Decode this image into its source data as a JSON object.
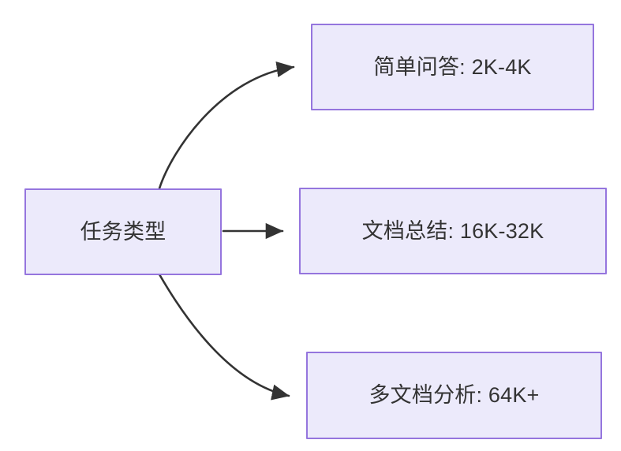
{
  "diagram": {
    "type": "flowchart",
    "direction": "left-to-right",
    "background_color": "#ffffff",
    "node_fill_color": "#ECEAFB",
    "node_border_color": "#9575DE",
    "node_text_color": "#333333",
    "edge_color": "#333333",
    "source_node": {
      "id": "task-type",
      "label": "任务类型"
    },
    "target_nodes": [
      {
        "id": "simple-qa",
        "label": "简单问答: 2K-4K"
      },
      {
        "id": "doc-summary",
        "label": "文档总结: 16K-32K"
      },
      {
        "id": "multi-doc-analysis",
        "label": "多文档分析: 64K+"
      }
    ],
    "edges": [
      {
        "from": "task-type",
        "to": "simple-qa",
        "style": "curved",
        "arrowhead": "filled-triangle"
      },
      {
        "from": "task-type",
        "to": "doc-summary",
        "style": "straight",
        "arrowhead": "filled-triangle"
      },
      {
        "from": "task-type",
        "to": "multi-doc-analysis",
        "style": "curved",
        "arrowhead": "filled-triangle"
      }
    ]
  }
}
